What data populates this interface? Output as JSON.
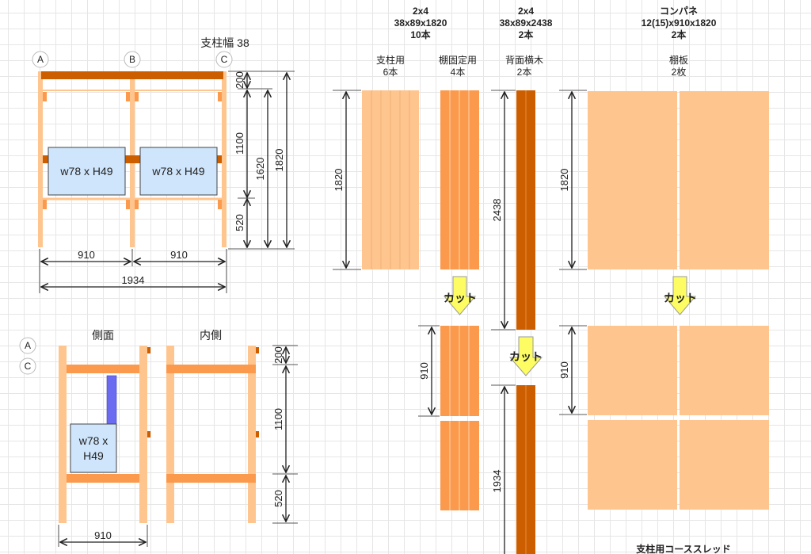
{
  "front_view": {
    "post_width_label": "支柱幅 38",
    "column_labels": [
      "A",
      "B",
      "C"
    ],
    "tv_label": "w78 x H49",
    "dims": {
      "top": "200",
      "middle": "1100",
      "inner_total": "1620",
      "total_height": "1820",
      "bottom": "520",
      "bay_left": "910",
      "bay_right": "910",
      "overall_width": "1934"
    }
  },
  "side_view": {
    "title_side": "側面",
    "title_inner": "内側",
    "marker_labels": [
      "A",
      "C"
    ],
    "tv_label_line1": "w78 x",
    "tv_label_line2": "H49",
    "dims": {
      "top": "200",
      "middle": "1100",
      "bottom": "520",
      "width": "910"
    }
  },
  "materials": {
    "groups": [
      {
        "title": "2x4",
        "size": "38x89x1820",
        "qty": "10本"
      },
      {
        "title": "2x4",
        "size": "38x89x2438",
        "qty": "2本"
      },
      {
        "title": "コンパネ",
        "size": "12(15)x910x1820",
        "qty": "2本"
      }
    ],
    "columns": [
      {
        "label": "支柱用",
        "qty": "6本"
      },
      {
        "label": "棚固定用",
        "qty": "4本"
      },
      {
        "label": "背面横木",
        "qty": "2本"
      },
      {
        "label": "棚板",
        "qty": "2枚"
      }
    ],
    "dims": {
      "stud_length": "1820",
      "beam_length": "2438",
      "cut_length": "910",
      "remainder": "1934",
      "panel_length": "1820",
      "panel_cut": "910"
    },
    "cut_label": "カット"
  },
  "footer_text": "支柱用コーススレッド",
  "colors": {
    "light_wood": "#ffc58f",
    "mid_wood": "#fb9a4c",
    "dark_wood": "#cc5e00",
    "tv_fill": "#cfe5fb",
    "arrow_fill": "#fdfd63"
  }
}
